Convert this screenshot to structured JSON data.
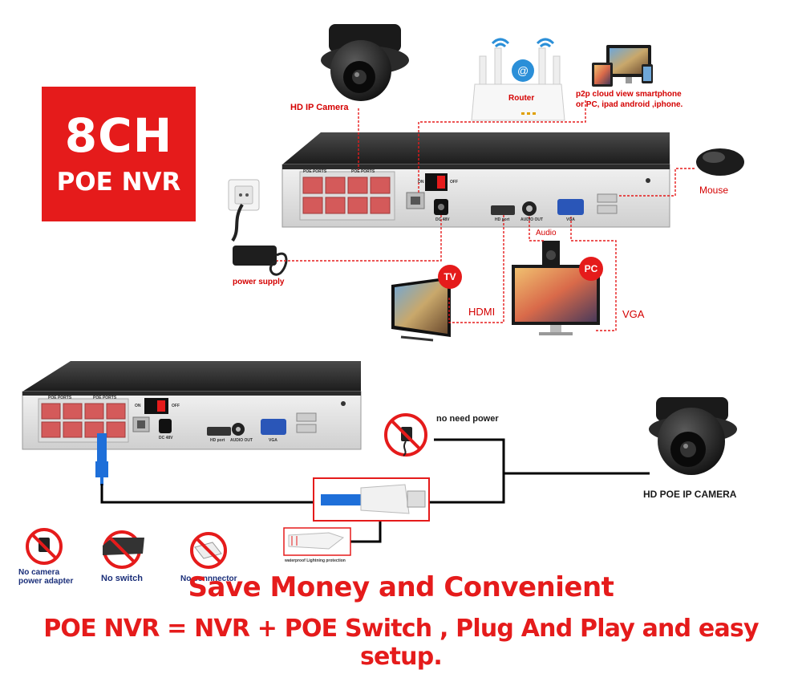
{
  "badge": {
    "line1": "8CH",
    "line2": "POE NVR"
  },
  "labels": {
    "camera_top": "HD IP Camera",
    "router": "Router",
    "p2p": "p2p cloud  view smartphone",
    "p2p2": "or PC, ipad android ,iphone.",
    "mouse": "Mouse",
    "power_supply": "power supply",
    "tv": "TV",
    "hdmi": "HDMI",
    "audio": "Audio",
    "pc": "PC",
    "vga": "VGA",
    "no_need_power": "no need power",
    "poe_camera": "HD POE IP CAMERA",
    "waterproof": "waterproof Lightning protection",
    "no_adapter_1": "No camera",
    "no_adapter_2": "power adapter",
    "no_switch": "No switch",
    "no_connector": "No connnector"
  },
  "nvr_panel": {
    "poe_ports": "POE PORTS",
    "on": "ON",
    "off": "OFF",
    "dc": "DC 48V",
    "hd_port": "HD port",
    "audio_out": "AUDIO OUT",
    "vga": "VGA"
  },
  "footer": {
    "line1": "Save Money and Convenient",
    "line2": "POE NVR = NVR + POE Switch , Plug And Play and easy setup."
  },
  "colors": {
    "accent": "#e51b1b",
    "nvr_body": "#2b2b2b",
    "port": "#d45a5a",
    "cable_blue": "#1e6fd9"
  }
}
